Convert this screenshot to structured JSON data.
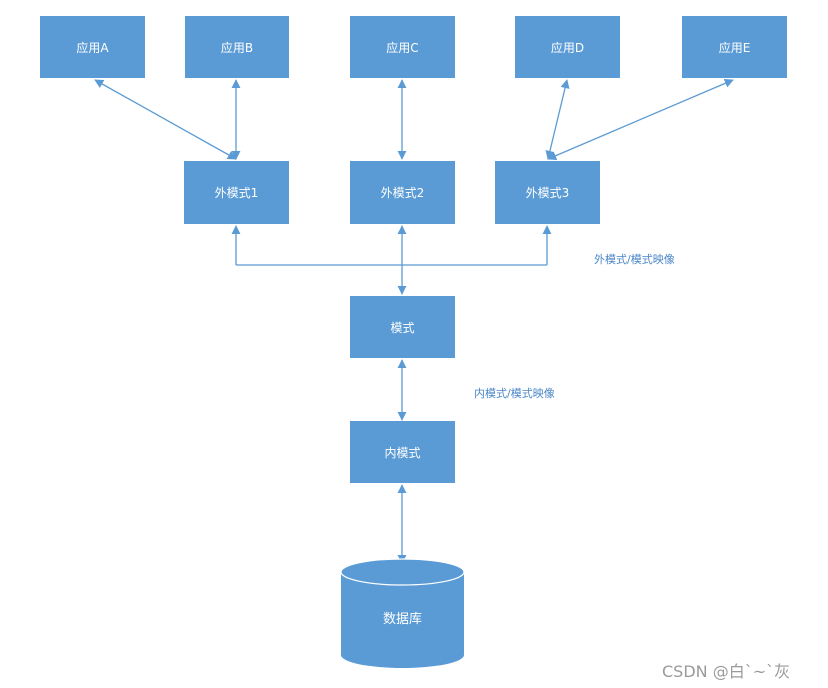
{
  "apps": [
    {
      "label": "应用A"
    },
    {
      "label": "应用B"
    },
    {
      "label": "应用C"
    },
    {
      "label": "应用D"
    },
    {
      "label": "应用E"
    }
  ],
  "external_schemas": [
    {
      "label": "外模式1"
    },
    {
      "label": "外模式2"
    },
    {
      "label": "外模式3"
    }
  ],
  "schema": {
    "label": "模式"
  },
  "internal_schema": {
    "label": "内模式"
  },
  "database": {
    "label": "数据库"
  },
  "annotations": {
    "external_mapping": "外模式/模式映像",
    "internal_mapping": "内模式/模式映像"
  },
  "watermark": "CSDN @白`~`灰",
  "colors": {
    "box": "#5b9bd5",
    "arrow": "#5b9bd5",
    "note": "#4a86c8"
  }
}
